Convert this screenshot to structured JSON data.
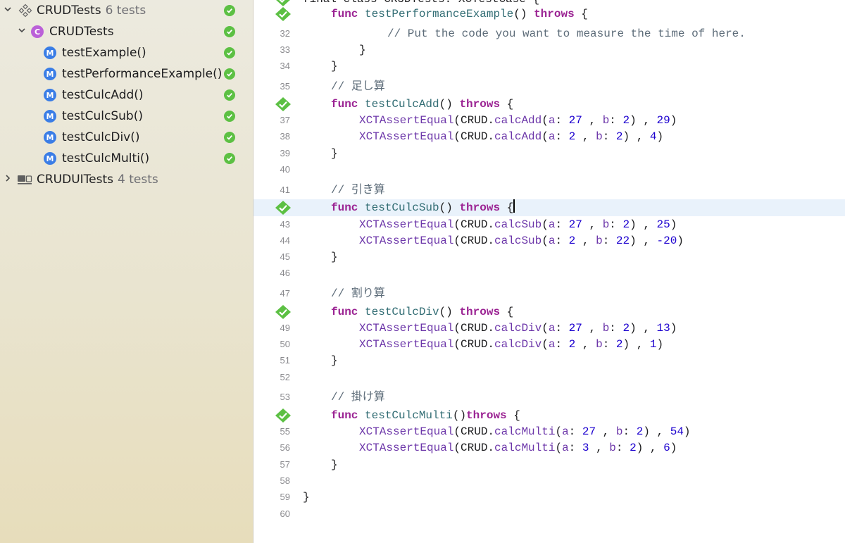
{
  "navigator": {
    "plan": {
      "name": "CRUDTests",
      "count": "6 tests"
    },
    "target": {
      "name": "CRUDTests"
    },
    "tests": [
      {
        "name": "testExample()"
      },
      {
        "name": "testPerformanceExample()"
      },
      {
        "name": "testCulcAdd()"
      },
      {
        "name": "testCulcSub()"
      },
      {
        "name": "testCulcDiv()"
      },
      {
        "name": "testCulcMulti()"
      }
    ],
    "ui_plan": {
      "name": "CRUDUITests",
      "count": "4 tests"
    },
    "method_badge": "M",
    "class_badge": "C"
  },
  "editor": {
    "lines": [
      {
        "num": "",
        "text": "final class CRUDTests: XCTestCase {"
      },
      {
        "num": "",
        "text": "func testPerformanceExample() throws {"
      },
      {
        "num": "32",
        "text": "// Put the code you want to measure the time of here."
      },
      {
        "num": "33",
        "text": "}"
      },
      {
        "num": "34",
        "text": "}"
      },
      {
        "num": "35",
        "text": "// 足し算"
      },
      {
        "num": "",
        "text": "func testCulcAdd() throws {"
      },
      {
        "num": "37",
        "text": "XCTAssertEqual(CRUD.calcAdd(a: 27 , b: 2) , 29)"
      },
      {
        "num": "38",
        "text": "XCTAssertEqual(CRUD.calcAdd(a: 2 , b: 2) , 4)"
      },
      {
        "num": "39",
        "text": "}"
      },
      {
        "num": "40",
        "text": ""
      },
      {
        "num": "41",
        "text": "// 引き算"
      },
      {
        "num": "",
        "text": "func testCulcSub() throws {"
      },
      {
        "num": "43",
        "text": "XCTAssertEqual(CRUD.calcSub(a: 27 , b: 2) , 25)"
      },
      {
        "num": "44",
        "text": "XCTAssertEqual(CRUD.calcSub(a: 2 , b: 22) , -20)"
      },
      {
        "num": "45",
        "text": "}"
      },
      {
        "num": "46",
        "text": ""
      },
      {
        "num": "47",
        "text": "// 割り算"
      },
      {
        "num": "",
        "text": "func testCulcDiv() throws {"
      },
      {
        "num": "49",
        "text": "XCTAssertEqual(CRUD.calcDiv(a: 27 , b: 2) , 13)"
      },
      {
        "num": "50",
        "text": "XCTAssertEqual(CRUD.calcDiv(a: 2 , b: 2) , 1)"
      },
      {
        "num": "51",
        "text": "}"
      },
      {
        "num": "52",
        "text": ""
      },
      {
        "num": "53",
        "text": "// 掛け算"
      },
      {
        "num": "",
        "text": "func testCulcMulti()throws {"
      },
      {
        "num": "55",
        "text": "XCTAssertEqual(CRUD.calcMulti(a: 27 , b: 2) , 54)"
      },
      {
        "num": "56",
        "text": "XCTAssertEqual(CRUD.calcMulti(a: 3 , b: 2) , 6)"
      },
      {
        "num": "57",
        "text": "}"
      },
      {
        "num": "58",
        "text": ""
      },
      {
        "num": "59",
        "text": "}"
      },
      {
        "num": "60",
        "text": ""
      }
    ]
  },
  "colors": {
    "pass_green": "#5cc043",
    "method_blue": "#3a7de6",
    "class_purple": "#bb60d8",
    "keyword": "#9b2393",
    "number": "#1c00cf",
    "current_line": "#e9f2fb"
  },
  "icons": {
    "pass": "checkmark-circle-icon",
    "gutter_pass": "test-diamond-pass-icon",
    "plan": "test-plan-icon",
    "ui_tests": "ui-test-target-icon",
    "disclosure_open": "chevron-down-icon",
    "disclosure_closed": "chevron-right-icon"
  }
}
